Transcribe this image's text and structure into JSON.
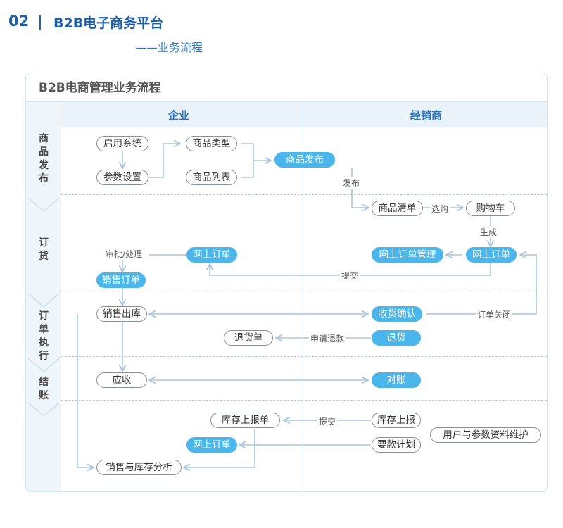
{
  "header": {
    "number": "02",
    "title": "B2B电子商务平台",
    "subtitle": "——业务流程"
  },
  "card": {
    "title": "B2B电商管理业务流程"
  },
  "columns": {
    "enterprise": "企业",
    "distributor": "经销商"
  },
  "lanes": [
    "商品发布",
    "订货",
    "订单执行",
    "结账"
  ],
  "nodes": {
    "enable_system": "启用系统",
    "param_setup": "参数设置",
    "product_type": "商品类型",
    "product_list": "商品列表",
    "product_publish": "商品发布",
    "product_listing": "商品清单",
    "cart": "购物车",
    "online_order_mgmt": "网上订单管理",
    "dist_online_order": "网上订单",
    "ent_online_order": "网上订单",
    "sales_order": "销售订单",
    "sales_outbound": "销售出库",
    "receipt_confirm": "收货确认",
    "return_goods": "退货",
    "return_slip": "退货单",
    "receivable": "应收",
    "reconcile": "对账",
    "inventory_report_slip": "库存上报单",
    "inventory_report": "库存上报",
    "online_order_bottom": "网上订单",
    "demand_plan": "要款计划",
    "sales_inventory_analysis": "销售与库存分析",
    "user_param_maint": "用户与参数资料维护"
  },
  "edge_labels": {
    "publish": "发布",
    "select_buy": "选购",
    "generate": "生成",
    "approve": "审批/处理",
    "submit": "提交",
    "order_close": "订单关闭",
    "apply_refund": "申请退款",
    "submit2": "提交"
  },
  "colors": {
    "accent": "#2a78c4",
    "node_fill": "#4ab6ec",
    "arrow": "#a9c6de"
  }
}
